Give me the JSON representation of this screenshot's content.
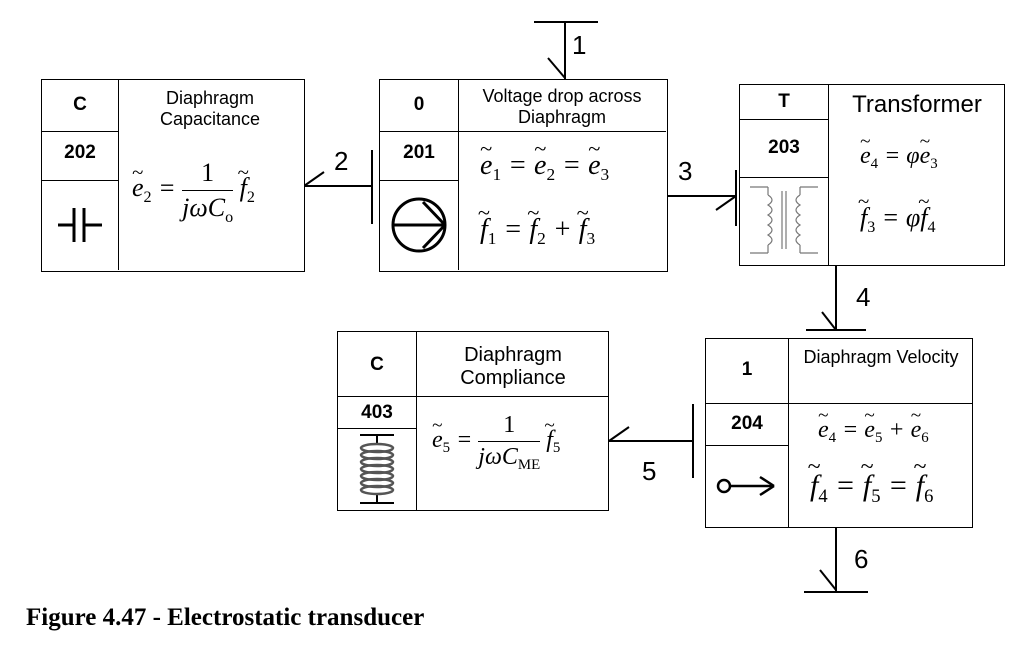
{
  "caption": "Figure 4.47 - Electrostatic transducer",
  "bond_labels": [
    "1",
    "2",
    "3",
    "4",
    "5",
    "6"
  ],
  "elements": {
    "cap": {
      "type": "C",
      "number": "202",
      "title": "Diaphragm Capacitance",
      "icon": "capacitor-icon"
    },
    "zero": {
      "type": "0",
      "number": "201",
      "title": "Voltage drop across Diaphragm",
      "icon": "flow-source-icon"
    },
    "transformer": {
      "type": "T",
      "number": "203",
      "title": "Transformer",
      "icon": "transformer-icon"
    },
    "one": {
      "type": "1",
      "number": "204",
      "title": "Diaphragm Velocity",
      "icon": "velocity-arrow-icon"
    },
    "compliance": {
      "type": "C",
      "number": "403",
      "title": "Diaphragm Compliance",
      "icon": "spring-icon"
    }
  }
}
